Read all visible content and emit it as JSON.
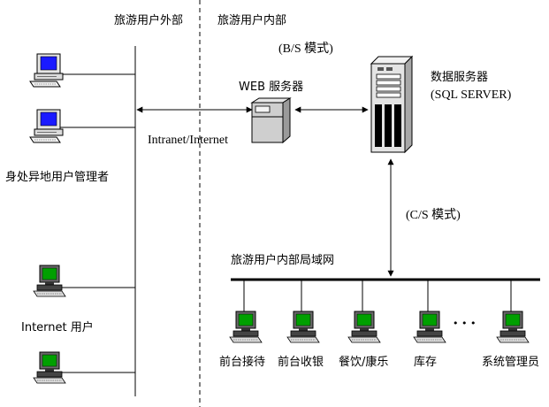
{
  "labels": {
    "outside": "旅游用户外部",
    "inside": "旅游用户内部",
    "bs_mode": "(B/S 模式)",
    "web_server": "WEB 服务器",
    "db_server_line1": "数据服务器",
    "db_server_line2": "(SQL SERVER)",
    "intranet": "Intranet/Internet",
    "remote_admin": "身处异地用户管理者",
    "cs_mode": "(C/S 模式)",
    "lan": "旅游用户内部局域网",
    "internet_user": "Internet 用户",
    "ellipsis": "• • •"
  },
  "clients": [
    {
      "label": "前台接待"
    },
    {
      "label": "前台收银"
    },
    {
      "label": "餐饮/康乐"
    },
    {
      "label": "库存"
    },
    {
      "label": "系统管理员"
    }
  ],
  "colors": {
    "line": "#000000",
    "screen_blue": "#1a1aff",
    "screen_green": "#00a000",
    "server_gray": "#c8c8c8"
  },
  "icons": {
    "pc_blue": "desktop-computer-blue-icon",
    "pc_green": "workstation-green-icon",
    "web_server": "web-server-box-icon",
    "db_server": "tower-server-icon"
  }
}
